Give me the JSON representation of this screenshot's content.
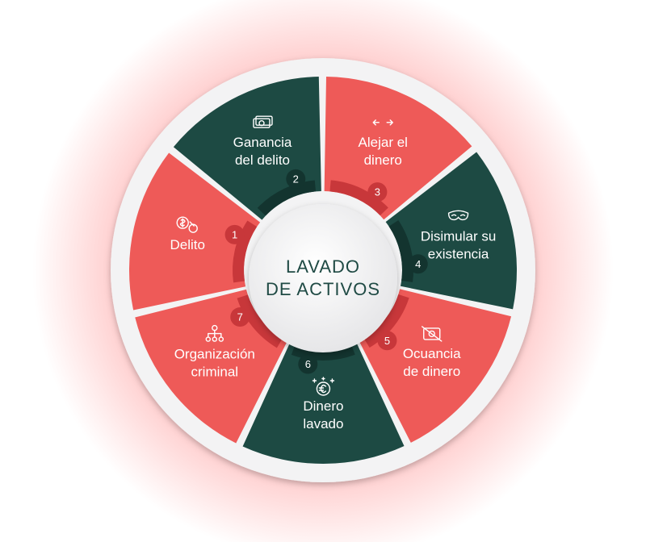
{
  "colors": {
    "red": "#ee5a58",
    "red_dark": "#c8373a",
    "green": "#1d4a43",
    "green_dark": "#13342f",
    "ring": "#f3f3f4",
    "center_text": "#1f4a44",
    "glow": "#ff6b6b"
  },
  "center": {
    "line1": "LAVADO",
    "line2": "DE ACTIVOS"
  },
  "steps": [
    {
      "number": "1",
      "lines": [
        "Delito"
      ],
      "icon": "coins-handcuffs-icon",
      "color": "red"
    },
    {
      "number": "2",
      "lines": [
        "Ganancia",
        "del delito"
      ],
      "icon": "banknotes-icon",
      "color": "green"
    },
    {
      "number": "3",
      "lines": [
        "Alejar el",
        "dinero"
      ],
      "icon": "arrows-left-right-icon",
      "color": "red"
    },
    {
      "number": "4",
      "lines": [
        "Disimular su",
        "existencia"
      ],
      "icon": "mask-icon",
      "color": "green"
    },
    {
      "number": "5",
      "lines": [
        "Ocuancia",
        "de dinero"
      ],
      "icon": "hidden-money-icon",
      "color": "red"
    },
    {
      "number": "6",
      "lines": [
        "Dinero",
        "lavado"
      ],
      "icon": "sparkling-euro-icon",
      "color": "green"
    },
    {
      "number": "7",
      "lines": [
        "Organización",
        "criminal"
      ],
      "icon": "organization-network-icon",
      "color": "red"
    }
  ]
}
